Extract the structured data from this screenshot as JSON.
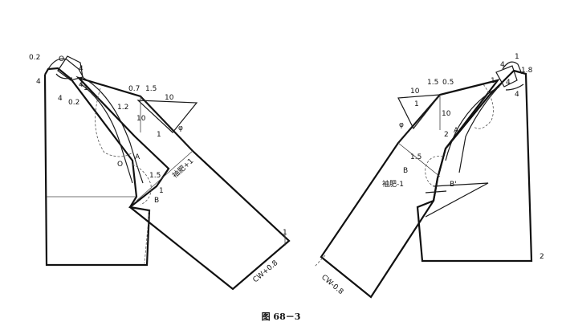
{
  "caption": "图 68－3",
  "left_pattern": {
    "labels": {
      "shoulder_drop": "0.2",
      "four_a": "4",
      "o_top": "O",
      "four_b": "4",
      "four_c": "4",
      "one_a": "1",
      "four_d": "4",
      "zero_two": "0.2",
      "zero_seven": "0.7",
      "one_five_a": "1.5",
      "one_two": "1.2",
      "ten_a": "10",
      "ten_b": "10",
      "one_b": "1",
      "phi": "φ",
      "point_a": "A",
      "point_o": "O",
      "one_five_b": "1.5",
      "one_c": "1",
      "point_b": "B",
      "sleeve_width": "袖肥+1",
      "one_d": "1",
      "cw": "CW+0.8"
    }
  },
  "right_pattern": {
    "labels": {
      "four_a": "4",
      "one_a": "1",
      "one_eight": "1.8",
      "four_b": "4",
      "one_b": "1",
      "four_c": "4",
      "ten_a": "10",
      "one_five_a": "1.5",
      "zero_five": "0.5",
      "one_c": "1",
      "ten_b": "10",
      "phi": "φ",
      "point_a": "A",
      "two": "2",
      "one_five_b": "1.5",
      "point_b": "B",
      "sleeve_width": "袖肥-1",
      "point_b2": "B'",
      "cw": "CW-0.8",
      "two_b": "2"
    }
  }
}
